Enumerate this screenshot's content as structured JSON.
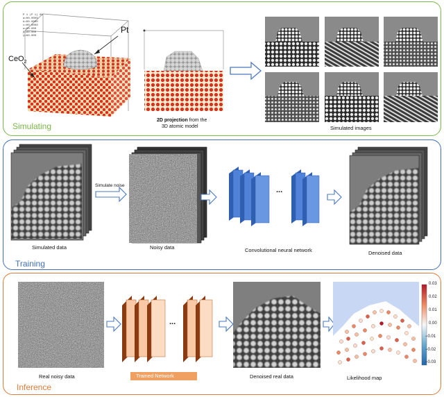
{
  "simulating": {
    "section_label": "Simulating",
    "crystal_label_pt": "Pt",
    "crystal_label_ceo2_main": "CeO",
    "crystal_label_ceo2_sub": "2",
    "header_lines": [
      "P 1 (P 1) 01",
      "a=00.0000",
      "b=00.0000",
      "c=00.0000",
      "α=90.000",
      "β=90.000",
      "γ=90.000"
    ],
    "projection_caption_bold": "2D projection",
    "projection_caption_rest": " from the",
    "projection_caption_line2": "3D atomic model",
    "simulated_images_caption": "Simulated images"
  },
  "training": {
    "section_label": "Training",
    "simulated_data_caption": "Simulated data",
    "simulate_noise_label": "Simulate noise",
    "noisy_data_caption": "Noisy data",
    "cnn_caption": "Convolutional neural network",
    "ellipsis": "...",
    "denoised_data_caption": "Denoised data"
  },
  "inference": {
    "section_label": "Inference",
    "real_noisy_caption": "Real noisy data",
    "trained_network_label": "Trained Network",
    "ellipsis": "...",
    "denoised_real_caption": "Denoised real data",
    "likelihood_caption": "Likelihood map",
    "colorbar_ticks": [
      "0.03",
      "0.02",
      "0.01",
      "0.00",
      "−0.01",
      "−0.02",
      "−0.03"
    ]
  },
  "colors": {
    "simulating_border": "#7ab648",
    "training_border": "#3f6fb5",
    "inference_border": "#e07b39",
    "ceria_red": "#d8321f",
    "ceria_cream": "#f2e2b0",
    "platinum": "#bfbfbf",
    "cnn_blue": "#4f82d8",
    "network_orange": "#f0a060",
    "arrow_blue": "#4a78c2"
  }
}
